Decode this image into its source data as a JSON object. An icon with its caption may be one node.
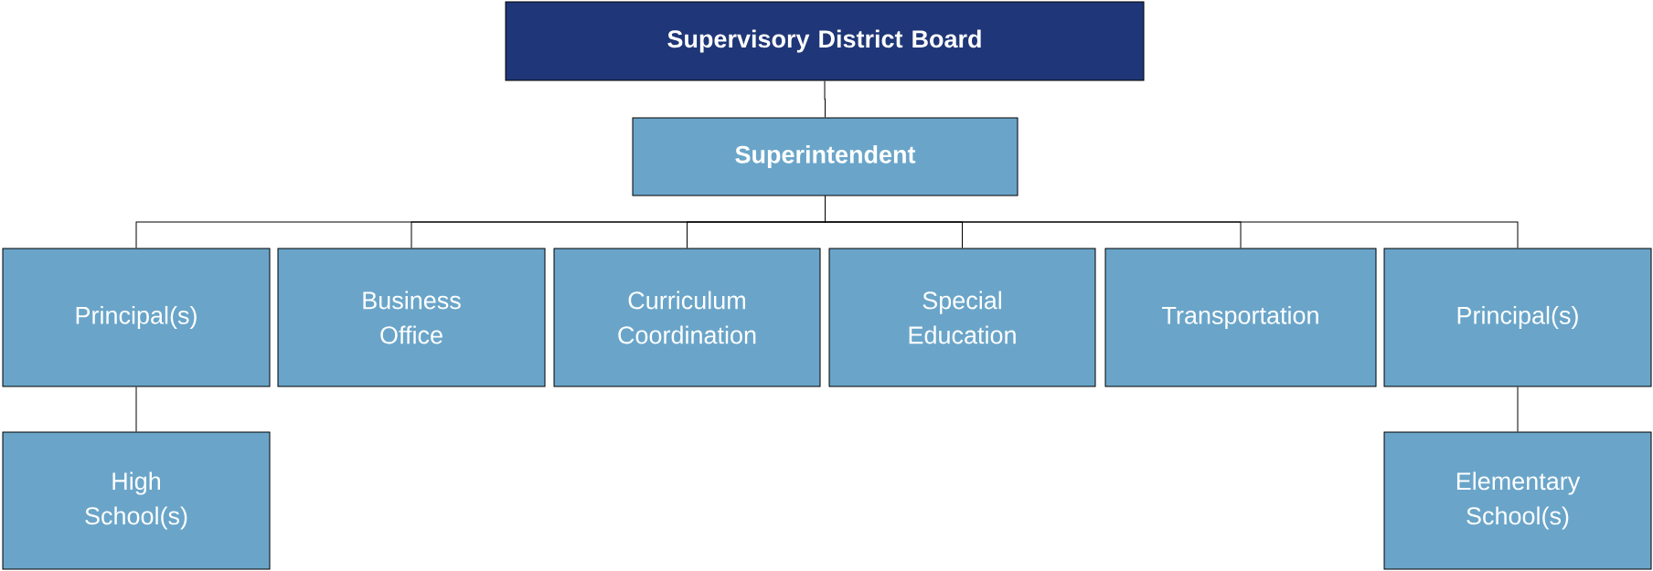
{
  "diagram": {
    "nodes": [
      {
        "text": [
          "Supervisory District Board"
        ]
      },
      {
        "text": [
          "Superintendent"
        ]
      },
      {
        "text": [
          "Principal(s)"
        ]
      },
      {
        "text": [
          "Business Office"
        ]
      },
      {
        "text": [
          "Curriculum Coordination"
        ]
      },
      {
        "text": [
          "Special Education"
        ]
      },
      {
        "text": [
          "Transportation"
        ]
      },
      {
        "text": [
          "Principal(s)"
        ]
      },
      {
        "text": [
          "High School(s)"
        ]
      },
      {
        "text": [
          "Elementary School(s)"
        ]
      }
    ],
    "edges": [
      {
        "from": 0,
        "to": 1,
        "arrow": "none"
      },
      {
        "from": 1,
        "to": 2,
        "arrow": "none"
      },
      {
        "from": 1,
        "to": 3,
        "arrow": "none"
      },
      {
        "from": 1,
        "to": 4,
        "arrow": "none"
      },
      {
        "from": 1,
        "to": 5,
        "arrow": "none"
      },
      {
        "from": 1,
        "to": 6,
        "arrow": "none"
      },
      {
        "from": 1,
        "to": 7,
        "arrow": "none"
      },
      {
        "from": 2,
        "to": 8,
        "arrow": "none"
      },
      {
        "from": 7,
        "to": 9,
        "arrow": "none"
      }
    ]
  }
}
